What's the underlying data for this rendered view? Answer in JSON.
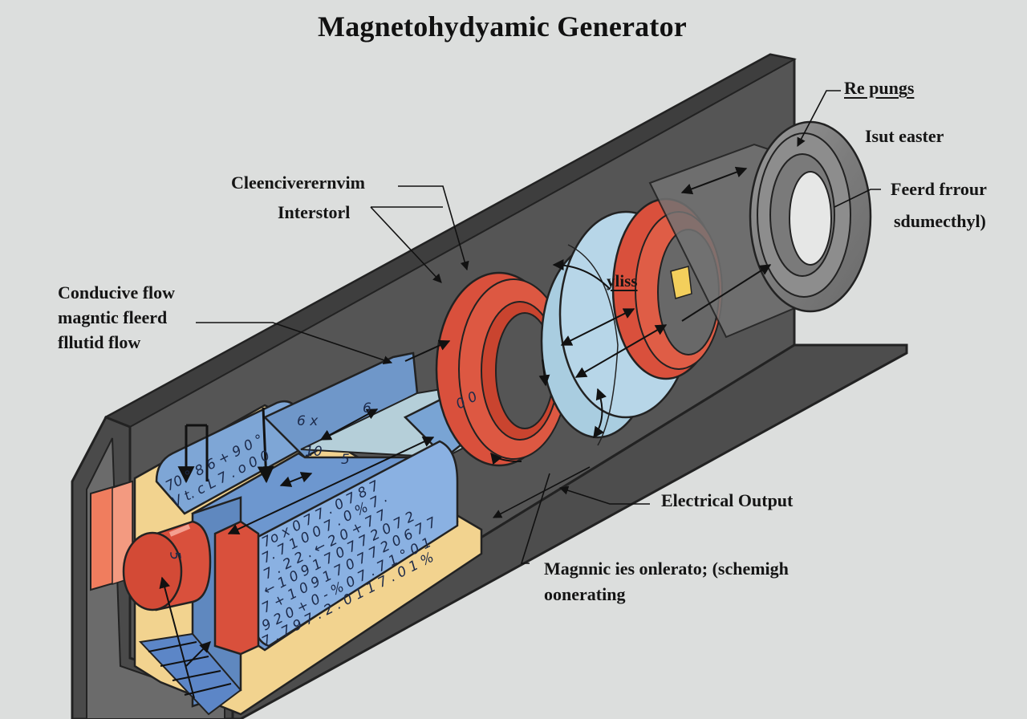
{
  "title": "Magnetohydyamic Generator",
  "labels": {
    "re_pungs": "Re pungs",
    "isut_easter": "Isut easter",
    "feerd_line1": "Feerd frrour",
    "feerd_line2": "sdumecthyl)",
    "cleenciver": "Cleenciverernvim",
    "interstorl": "Interstorl",
    "conducive_line1": "Conducive flow",
    "conducive_line2": "magntic fleerd",
    "conducive_line3": "fllutid flow",
    "yliss": "yliss",
    "electrical_output": "Electrical Output",
    "magnnic_line1": "Magnnic  ies onlerato; (schemigh",
    "magnnic_line2": "oonerating"
  },
  "duct_scribbles": [
    "70 ° 8 6 + 9 0 °",
    "V t. c L 7 . o 0 0",
    "7o x 0 7 7 . 0 7 8 7",
    "7. 7 1 0 0 7 . 0 % 7 .",
    "7 . 2 2 . ← 2 0 + 7 7",
    "← 1 0 9 1 7 0 7 7 2 0 7 2",
    "7 + 1 0 9 1 7 0 7 7 2 0 6 7 7",
    "9 2 0 + 0 - % 0 7 . 7 1 ° 0 1",
    "7 . 7 9 7 . 2 . 0 1 1 7 . 0 1 %"
  ],
  "marks": {
    "duct_5": "5",
    "duct_6": "6",
    "duct_10": "10",
    "duct_6x": "6  x",
    "shaft_00": "0 0",
    "cap_5": "5"
  },
  "colors": {
    "background": "#dcdedd",
    "housing_dark": "#5a5a5a",
    "housing_edge": "#3c3c3c",
    "coil_red": "#d9503c",
    "coil_red_light": "#ef7a62",
    "disc_light_blue": "#b7d6e8",
    "duct_blue": "#7ea6d6",
    "duct_blue_dark": "#5f88bf",
    "insulator_yellow": "#f2d38f",
    "ring_grey": "#8b8b8b",
    "tab_yellow": "#f3cf5c"
  }
}
